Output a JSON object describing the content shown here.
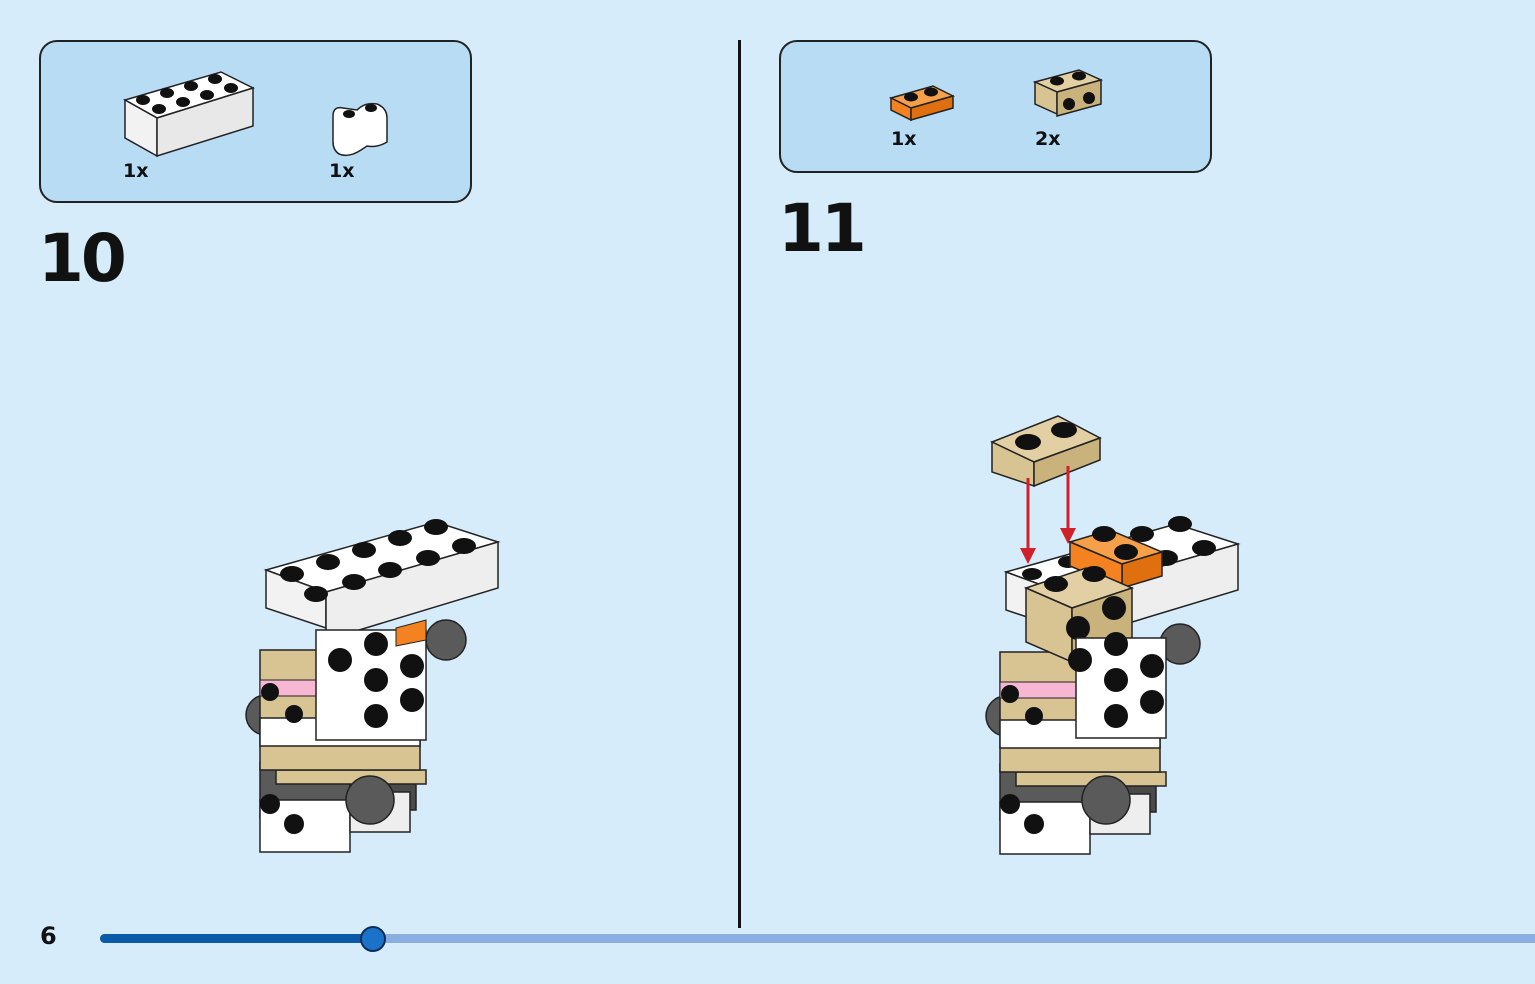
{
  "page": {
    "number": "6"
  },
  "progress": {
    "fraction": 0.19
  },
  "steps": [
    {
      "number": "10",
      "parts": [
        {
          "name": "white-brick-2x4",
          "color": "#ffffff",
          "qty": "1x"
        },
        {
          "name": "white-curved-brick",
          "color": "#ffffff",
          "qty": "1x"
        }
      ]
    },
    {
      "number": "11",
      "parts": [
        {
          "name": "orange-plate-1x2",
          "color": "#f58220",
          "qty": "1x"
        },
        {
          "name": "tan-bracket-1x2",
          "color": "#d8c393",
          "qty": "2x"
        }
      ]
    }
  ],
  "colors": {
    "background": "#d6ecfa",
    "parts_box": "#b9dcf5",
    "white": "#ffffff",
    "tan": "#d8c393",
    "orange": "#f58220",
    "pink": "#f7b6d2",
    "dark_gray": "#5a5a5a",
    "arrow": "#d0202a"
  }
}
